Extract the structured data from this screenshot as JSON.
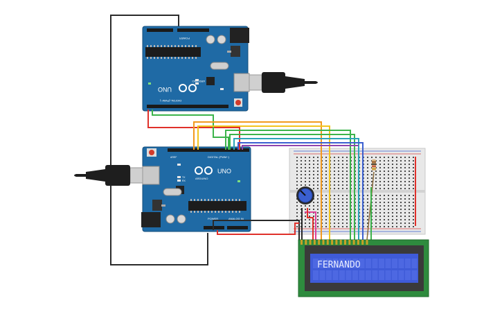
{
  "canvas": {
    "background": "#ffffff"
  },
  "board_top": {
    "model": "UNO",
    "brand": "ARDUINO",
    "digital_label": "DIGITAL (PWM~)",
    "power_label": "POWER",
    "analog_label": "ANALOG IN",
    "led_tx": "TX",
    "led_rx": "RX",
    "led_l": "L",
    "led_on": "ON",
    "aref": "AREF",
    "gnd": "GND"
  },
  "board_bottom": {
    "model": "UNO",
    "brand": "ARDUINO",
    "digital_label": "DIGITAL (PWM~)",
    "power_label": "POWER",
    "analog_label": "ANALOG IN",
    "led_tx": "TX",
    "led_rx": "RX",
    "led_l": "L",
    "led_on": "ON",
    "aref": "AREF",
    "gnd": "GND"
  },
  "lcd": {
    "text": "FERNANDO",
    "pin_count": 16,
    "backlight_color": "#3f5bd8"
  },
  "breadboard": {
    "type": "half"
  },
  "potentiometer": {
    "type": "rotary"
  },
  "resistor": {
    "type": "resistor"
  },
  "colors": {
    "board": "#1f6aa5",
    "wire_red": "#e0302a",
    "wire_black": "#2a2a2a",
    "wire_orange": "#f29a1e",
    "wire_yellow": "#f2c41e",
    "wire_green": "#3cb44b",
    "wire_teal": "#2aa3b8",
    "wire_blue": "#3a5fd0",
    "wire_purple": "#8e44ad",
    "wire_pink": "#e0409a"
  }
}
